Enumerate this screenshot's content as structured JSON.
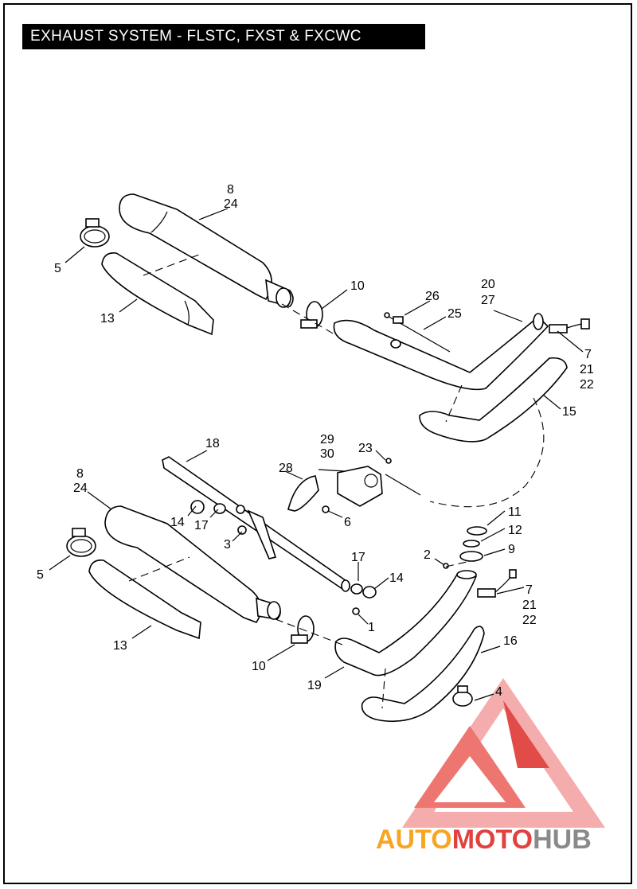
{
  "title": "EXHAUST SYSTEM - FLSTC, FXST & FXCWC",
  "callouts": {
    "c1": "1",
    "c2": "2",
    "c3": "3",
    "c4": "4",
    "c5a": "5",
    "c5b": "5",
    "c6": "6",
    "c7a": "7",
    "c7b": "7",
    "c8a": "8",
    "c8b": "8",
    "c9": "9",
    "c10a": "10",
    "c10b": "10",
    "c11": "11",
    "c12": "12",
    "c13a": "13",
    "c13b": "13",
    "c14a": "14",
    "c14b": "14",
    "c15": "15",
    "c16": "16",
    "c17a": "17",
    "c17b": "17",
    "c18": "18",
    "c19": "19",
    "c20": "20",
    "c21a": "21",
    "c21b": "21",
    "c22a": "22",
    "c22b": "22",
    "c23": "23",
    "c24a": "24",
    "c24b": "24",
    "c25": "25",
    "c26": "26",
    "c27": "27",
    "c28": "28",
    "c29": "29",
    "c30": "30"
  },
  "watermark": {
    "part1": "AUTO",
    "part2": "MOTO",
    "part3": "HUB",
    "color_light": "#f4a8a8",
    "color_red": "#e0433f",
    "color_orange": "#f6a623",
    "color_gray": "#8a8a8a"
  }
}
